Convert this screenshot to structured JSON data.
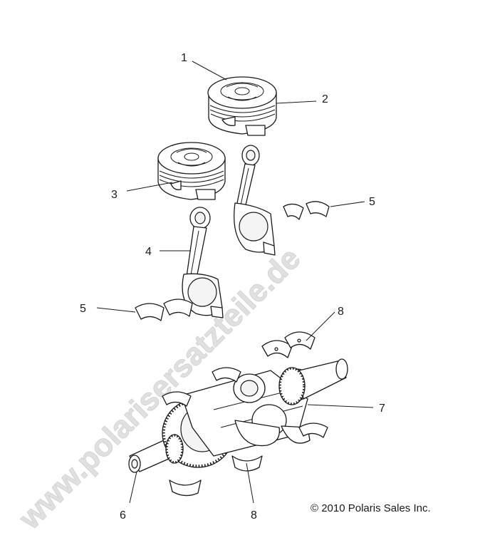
{
  "diagram": {
    "callouts": [
      {
        "id": "piston-1",
        "label": "1"
      },
      {
        "id": "piston-ring-set",
        "label": "2"
      },
      {
        "id": "piston-2",
        "label": "3"
      },
      {
        "id": "connecting-rod",
        "label": "4"
      },
      {
        "id": "rod-bearing-upper",
        "label": "5"
      },
      {
        "id": "rod-bearing-lower",
        "label": "5"
      },
      {
        "id": "crankshaft",
        "label": "6"
      },
      {
        "id": "crank-gear",
        "label": "7"
      },
      {
        "id": "main-bearing-upper",
        "label": "8"
      },
      {
        "id": "main-bearing-lower",
        "label": "8"
      }
    ],
    "copyright": "© 2010 Polaris Sales Inc.",
    "watermark": "www.polarisersatzteile.de"
  }
}
